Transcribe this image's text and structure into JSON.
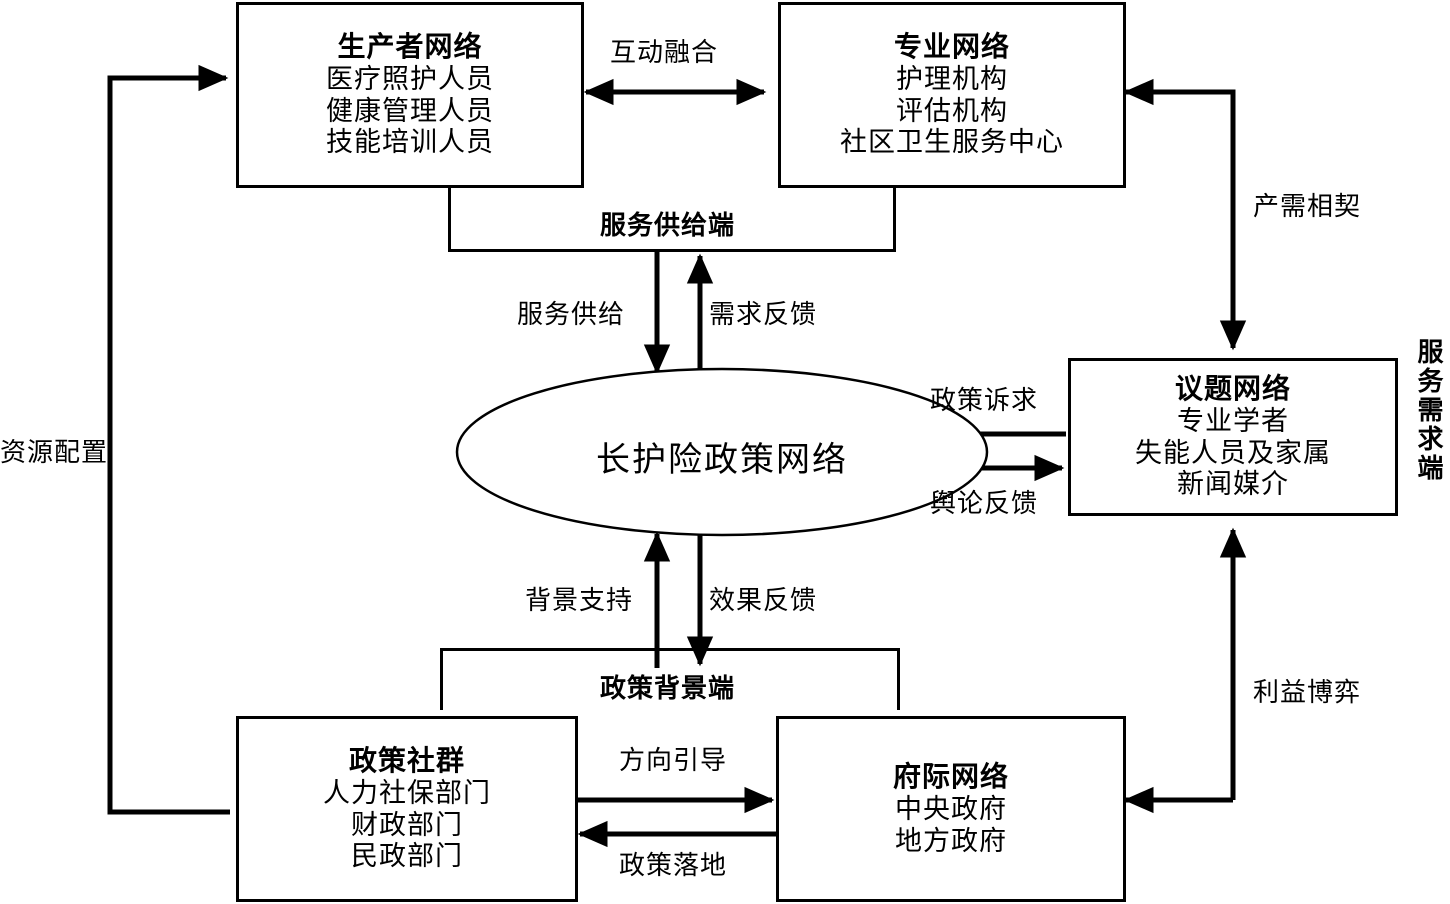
{
  "diagram": {
    "title": "长护险政策网络",
    "nodes": [
      {
        "id": "producer-network",
        "title": "生产者网络",
        "lines": [
          "医疗照护人员",
          "健康管理人员",
          "技能培训人员"
        ]
      },
      {
        "id": "professional-network",
        "title": "专业网络",
        "lines": [
          "护理机构",
          "评估机构",
          "社区卫生服务中心"
        ]
      },
      {
        "id": "issue-network",
        "title": "议题网络",
        "lines": [
          "专业学者",
          "失能人员及家属",
          "新闻媒介"
        ]
      },
      {
        "id": "policy-community",
        "title": "政策社群",
        "lines": [
          "人力社保部门",
          "财政部门",
          "民政部门"
        ]
      },
      {
        "id": "intergovernmental-network",
        "title": "府际网络",
        "lines": [
          "中央政府",
          "地方政府"
        ]
      }
    ],
    "center": {
      "label": "长护险政策网络"
    },
    "groups": [
      {
        "id": "service-supply-side",
        "label": "服务供给端"
      },
      {
        "id": "policy-background-side",
        "label": "政策背景端"
      },
      {
        "id": "service-demand-side",
        "label": "服务需求端"
      }
    ],
    "edges": [
      {
        "id": "interaction-fusion",
        "label": "互动融合"
      },
      {
        "id": "service-supply",
        "label": "服务供给"
      },
      {
        "id": "demand-feedback",
        "label": "需求反馈"
      },
      {
        "id": "policy-appeal",
        "label": "政策诉求"
      },
      {
        "id": "public-opinion-feedback",
        "label": "舆论反馈"
      },
      {
        "id": "background-support",
        "label": "背景支持"
      },
      {
        "id": "effect-feedback",
        "label": "效果反馈"
      },
      {
        "id": "direction-guidance",
        "label": "方向引导"
      },
      {
        "id": "policy-implementation",
        "label": "政策落地"
      },
      {
        "id": "resource-allocation",
        "label": "资源配置"
      },
      {
        "id": "supply-demand-match",
        "label": "产需相契"
      },
      {
        "id": "interest-game",
        "label": "利益博弈"
      }
    ],
    "colors": {
      "stroke": "#000000",
      "background": "#ffffff"
    }
  }
}
